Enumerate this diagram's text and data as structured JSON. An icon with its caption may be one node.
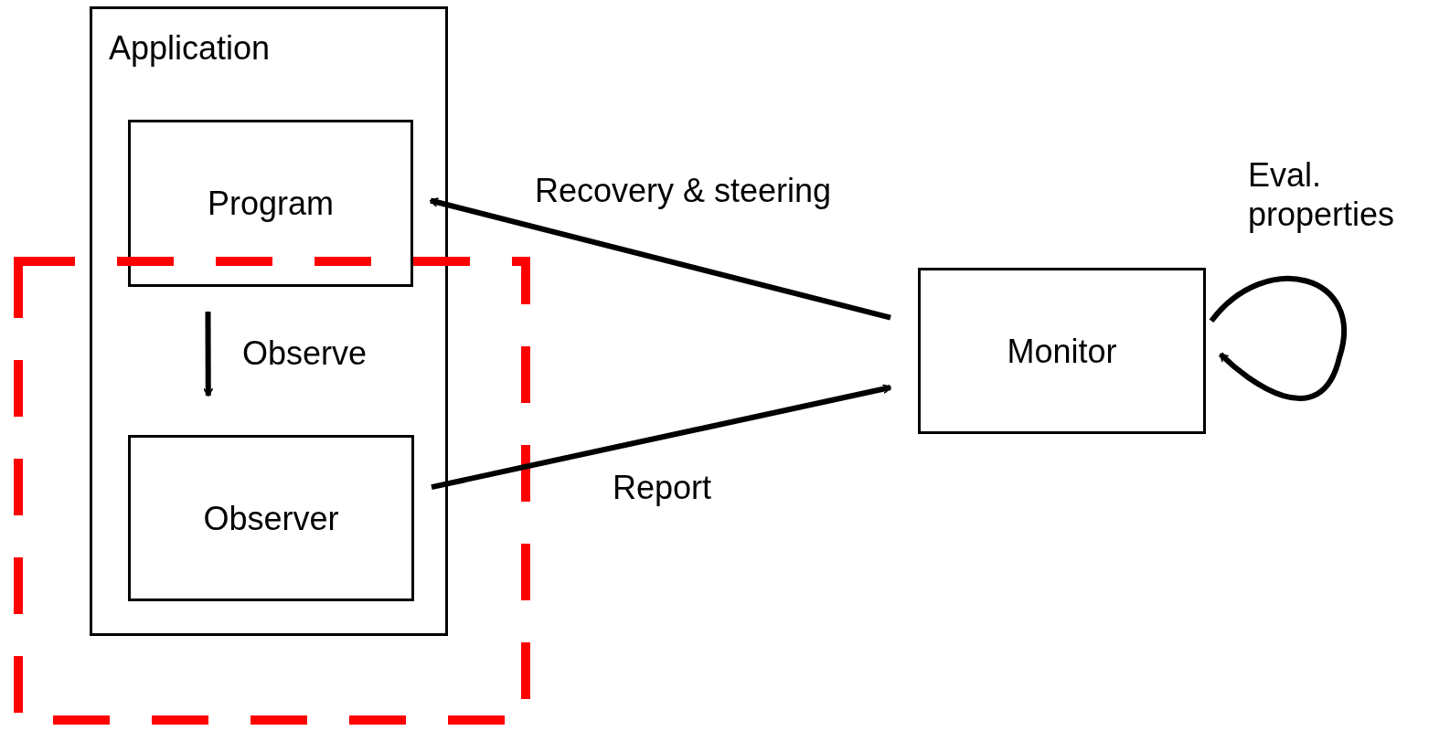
{
  "diagram": {
    "nodes": [
      {
        "text": [
          "Application"
        ]
      },
      {
        "text": [
          "Program"
        ],
        "in": 0
      },
      {
        "text": [
          "Observer"
        ],
        "in": 0
      },
      {
        "text": [
          "Monitor"
        ]
      }
    ],
    "edges": [
      {
        "from": 1,
        "to": 2,
        "arrow": "to",
        "label": "Observe"
      },
      {
        "from": 3,
        "to": 1,
        "arrow": "to",
        "label": "Recovery & steering"
      },
      {
        "from": 2,
        "to": 3,
        "arrow": "to",
        "label": "Report"
      },
      {
        "from": 3,
        "to": 3,
        "arrow": "to",
        "label": "Eval. properties"
      }
    ]
  }
}
